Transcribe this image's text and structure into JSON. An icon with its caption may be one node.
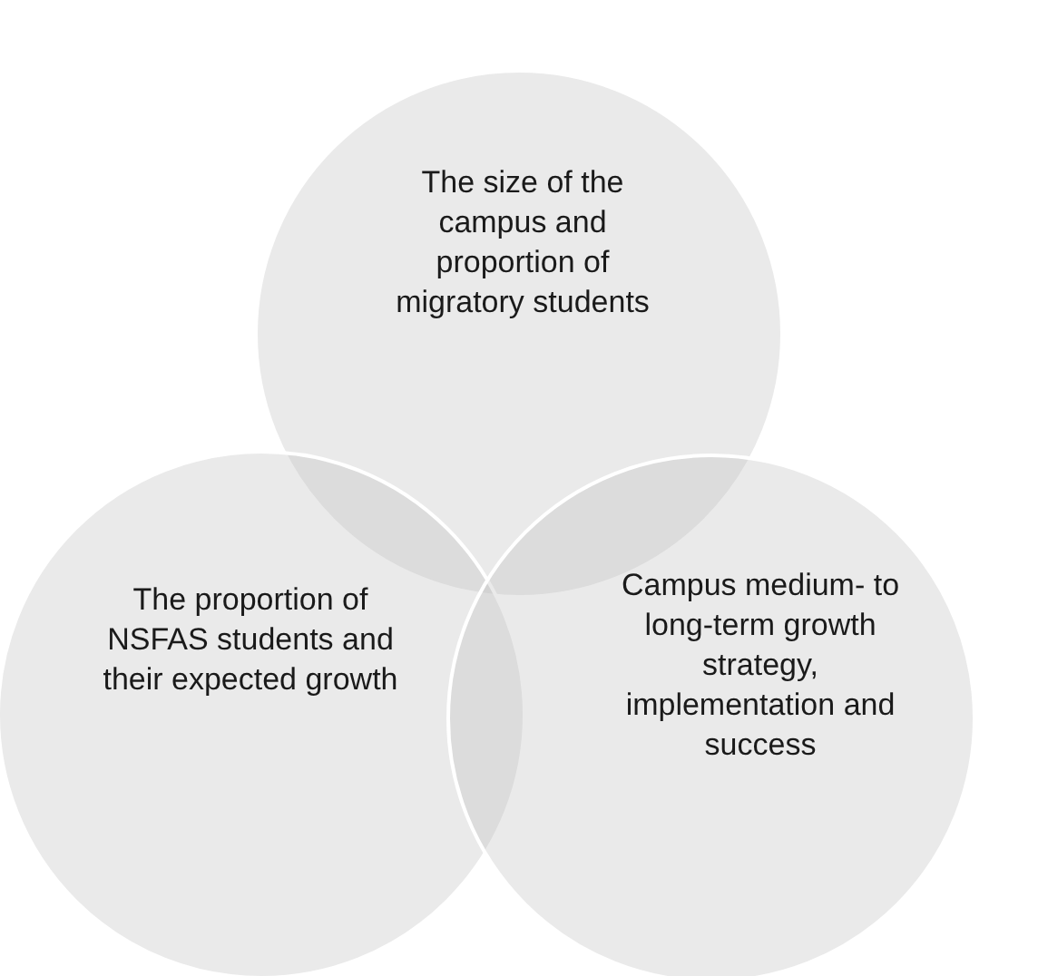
{
  "diagram": {
    "nodes": [
      {
        "text": [
          "The size of the campus and proportion of migratory students"
        ]
      },
      {
        "text": [
          "The proportion of NSFAS students and their expected growth"
        ]
      },
      {
        "text": [
          "Campus medium- to long-term growth strategy, implementation and success"
        ]
      }
    ]
  }
}
